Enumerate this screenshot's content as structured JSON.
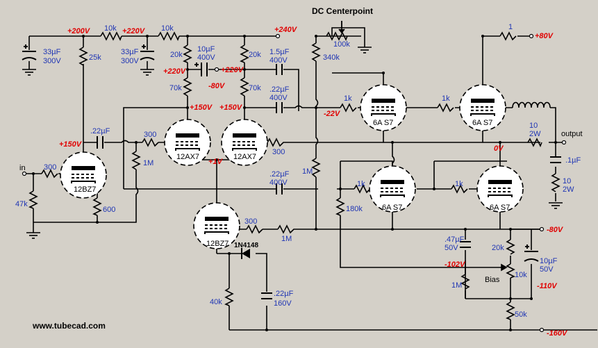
{
  "header": {
    "dc_centerpoint": "DC Centerpoint"
  },
  "footer": {
    "website": "www.tubecad.com"
  },
  "tubes": {
    "v1": "12BZ7",
    "v2": "12AX7",
    "v3": "12AX7",
    "v4": "12BZ7",
    "v5": "6A S7",
    "v6": "6A S7",
    "v7": "6A S7",
    "v8": "6A S7"
  },
  "labels": {
    "in": "in",
    "output": "output",
    "bias": "Bias",
    "r_300_in": "300",
    "r_47k": "47k",
    "r_600": "600",
    "r_25k": "25k",
    "r_10k_a": "10k",
    "r_10k_b": "10k",
    "c_33uf_a1": "33µF",
    "c_33uf_a2": "300V",
    "c_33uf_b1": "33µF",
    "c_33uf_b2": "300V",
    "r_20k_a": "20k",
    "r_20k_b": "20k",
    "c_10uf_a1": "10µF",
    "c_10uf_a2": "400V",
    "r_70k_a": "70k",
    "r_70k_b": "70k",
    "c_22uf_in": ".22µF",
    "r_300_g1": "300",
    "r_1M_g": "1M",
    "r_300_g2": "300",
    "c_15uf_1": "1.5µF",
    "c_15uf_2": "400V",
    "c_22uf_b1": ".22µF",
    "c_22uf_b2": "400V",
    "c_22uf_c1": ".22µF",
    "c_22uf_c2": "400V",
    "r_100k": "100k",
    "r_340k": "340k",
    "r_1M_mid": "1M",
    "r_1k_a": "1k",
    "r_1k_b": "1k",
    "r_1k_c": "1k",
    "r_1k_d": "1k",
    "r_180k": "180k",
    "r_1": "1",
    "r_10_2w_a1": "10",
    "r_10_2w_a2": "2W",
    "c_1uf": ".1µF",
    "r_10_2w_b1": "10",
    "r_10_2w_b2": "2W",
    "r_300_v4": "300",
    "r_1M_v4": "1M",
    "diode": "1N4148",
    "r_40k": "40k",
    "c_22uf_d1": ".22µF",
    "c_22uf_d2": "160V",
    "c_47uf_1": ".47µF",
    "c_47uf_2": "50V",
    "r_1M_bias": "1M",
    "r_20k_bias": "20k",
    "r_10k_bias": "10k",
    "c_10uf_b1": "10µF",
    "c_10uf_b2": "50V",
    "r_50k": "50k"
  },
  "voltages": {
    "v200": "+200V",
    "v220a": "+220V",
    "v220b": "+220V",
    "v220c": "+220V",
    "v240": "+240V",
    "vm80a": "-80V",
    "v150a": "+150V",
    "v150b": "+150V",
    "v150c": "+150V",
    "v1v": "+1V",
    "vm22": "-22V",
    "v0": "0V",
    "vp80": "+80V",
    "vm80b": "-80V",
    "vm102": "-102V",
    "vm110": "-110V",
    "vm160": "-160V"
  },
  "colors": {
    "background": "#d4d0c8",
    "label_blue": "#1f35b4",
    "voltage_red": "#e00000"
  }
}
